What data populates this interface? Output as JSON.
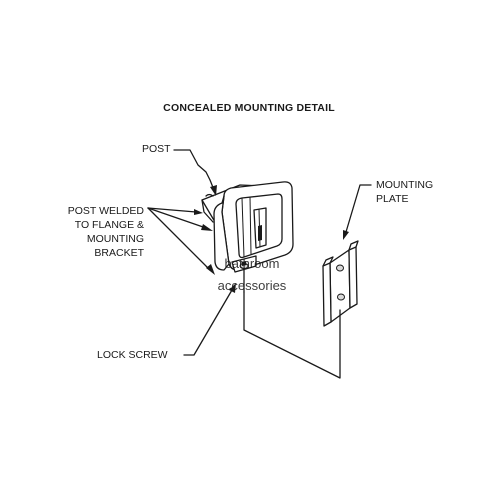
{
  "diagram": {
    "title": "CONCEALED MOUNTING DETAIL",
    "labels": {
      "post": "POST",
      "post_welded": [
        "POST WELDED",
        "TO FLANGE &",
        "MOUNTING",
        "BRACKET"
      ],
      "lock_screw": "LOCK SCREW",
      "mounting_plate": [
        "MOUNTING",
        "PLATE"
      ]
    },
    "watermark": [
      "bathroom",
      "accessories"
    ]
  }
}
